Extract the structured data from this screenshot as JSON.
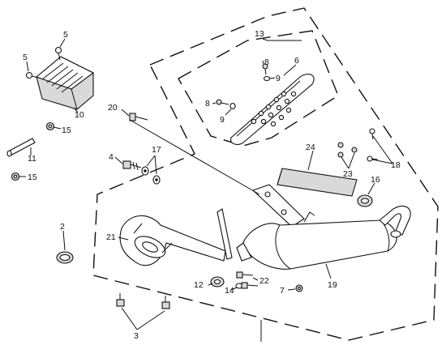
{
  "callouts": {
    "c2": "2",
    "c3": "3",
    "c4": "4",
    "c5a": "5",
    "c5b": "5",
    "c6": "6",
    "c7": "7",
    "c8a": "8",
    "c8b": "8",
    "c9a": "9",
    "c9b": "9",
    "c10": "10",
    "c11": "11",
    "c12": "12",
    "c13": "13",
    "c14": "14",
    "c15a": "15",
    "c15b": "15",
    "c16": "16",
    "c17": "17",
    "c18": "18",
    "c19": "19",
    "c20": "20",
    "c21": "21",
    "c22": "22",
    "c23": "23",
    "c24": "24"
  }
}
